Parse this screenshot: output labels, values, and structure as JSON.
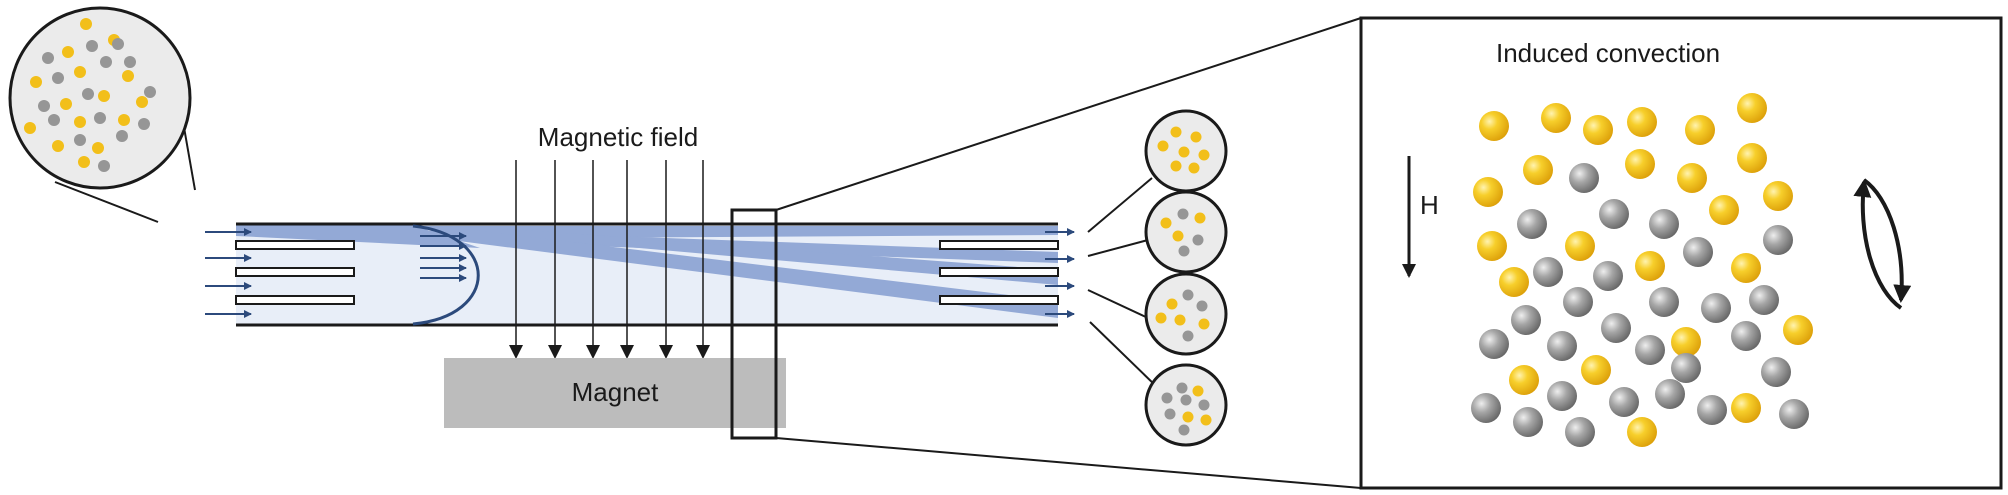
{
  "labels": {
    "magnetic_field": "Magnetic field",
    "magnet": "Magnet",
    "induced_convection": "Induced convection",
    "field_direction": "H"
  },
  "colors": {
    "channel_fill": "#e8eef8",
    "stream": "#93a9d6",
    "flow_arrow": "#2c4a7c",
    "magnet": "#bcbcbc",
    "gold_particle": "#f2bf1a",
    "gray_particle": "#969696",
    "outline": "#1a1a1a"
  },
  "icons": {
    "field_arrow": "arrow-down-icon",
    "rotation": "circular-arrows-icon"
  }
}
